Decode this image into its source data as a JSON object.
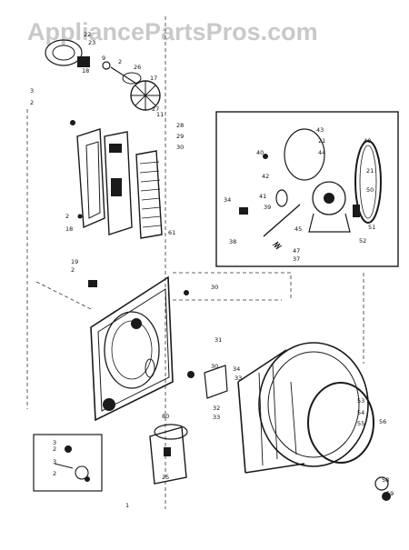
{
  "watermark": "AppliancePartsPros.com",
  "colors": {
    "ink": "#1a1a1a",
    "paper": "#ffffff",
    "watermark": "#c9c9c9"
  },
  "callouts": {
    "top_left": [
      "22",
      "23",
      "9",
      "2",
      "26",
      "17",
      "27",
      "11",
      "18"
    ],
    "left_mid": [
      "3",
      "2",
      "28",
      "29",
      "30",
      "2",
      "18",
      "61"
    ],
    "inset_top_right": [
      "43",
      "21",
      "44",
      "48",
      "21",
      "50",
      "40",
      "42",
      "41",
      "39",
      "34",
      "38",
      "45",
      "47",
      "37",
      "51",
      "52"
    ],
    "left_lower": [
      "19",
      "2",
      "30",
      "31",
      "30",
      "80",
      "25"
    ],
    "bottom_right": [
      "34",
      "33",
      "32",
      "33",
      "53",
      "54",
      "55",
      "56",
      "58",
      "59"
    ],
    "small_inset": [
      "3",
      "2",
      "3",
      "2"
    ],
    "misc": [
      "1"
    ]
  }
}
